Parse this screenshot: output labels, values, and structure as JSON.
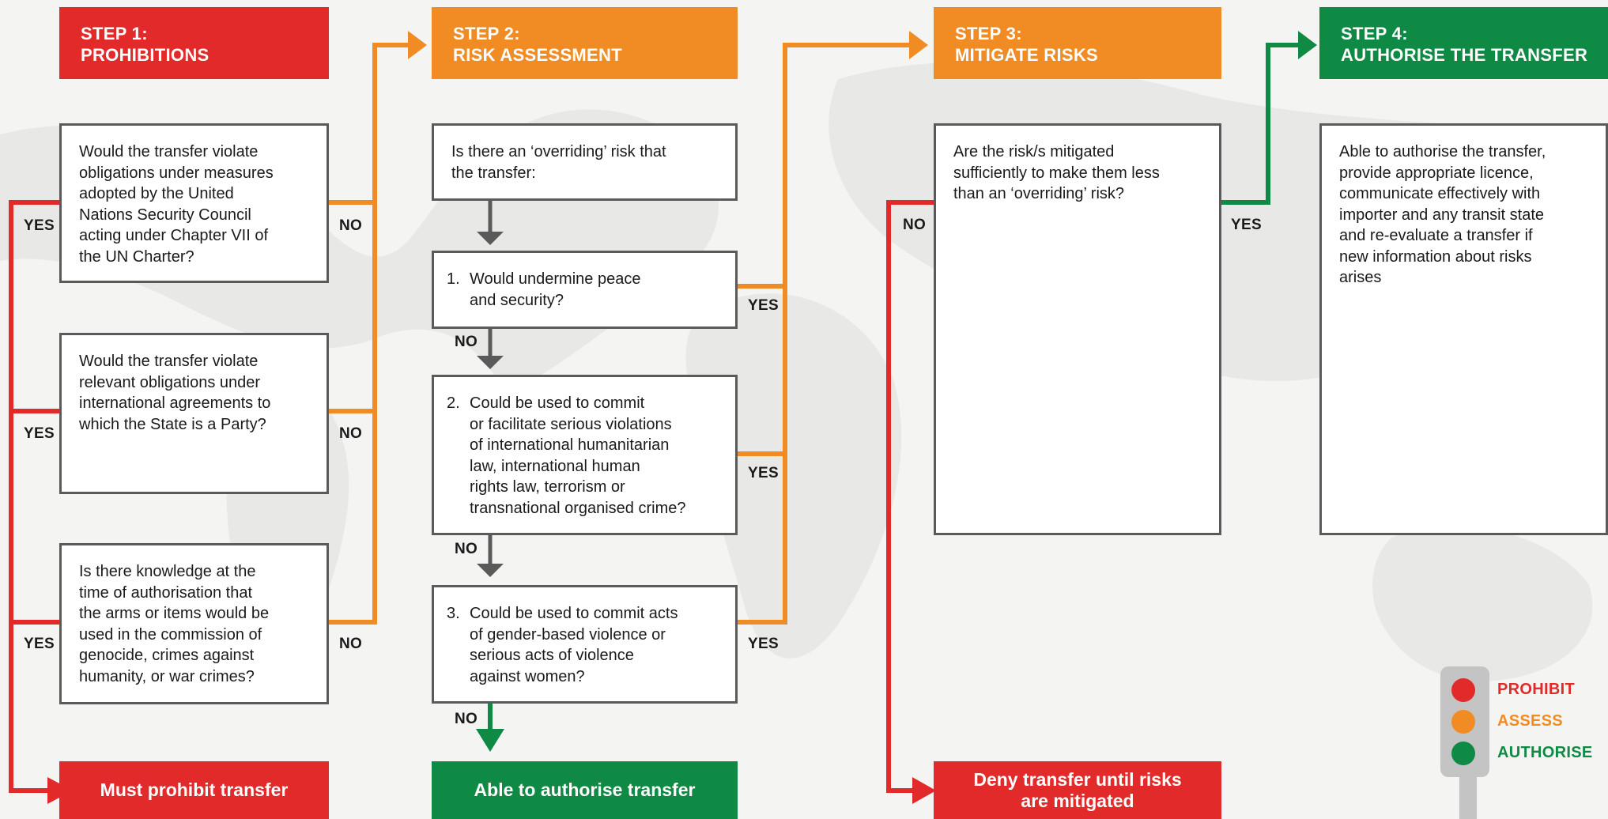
{
  "colors": {
    "red": "#e32a2a",
    "orange": "#f08c23",
    "green": "#0f8a45",
    "grey": "#5a5a5a",
    "background": "#f4f4f3"
  },
  "steps": {
    "step1": {
      "line1": "STEP 1:",
      "line2": "PROHIBITIONS"
    },
    "step2": {
      "line1": "STEP 2:",
      "line2": "RISK ASSESSMENT"
    },
    "step3": {
      "line1": "STEP 3:",
      "line2": "MITIGATE RISKS"
    },
    "step4": {
      "line1": "STEP 4:",
      "line2": "AUTHORISE THE TRANSFER"
    }
  },
  "prohibitions": {
    "q1": [
      "Would the transfer violate",
      "obligations under measures",
      "adopted by the United",
      "Nations Security Council",
      "acting under Chapter VII of",
      "the UN Charter?"
    ],
    "q2": [
      "Would the transfer violate",
      "relevant obligations under",
      "international agreements to",
      "which the State is a Party?"
    ],
    "q3": [
      "Is there knowledge at the",
      "time of authorisation that",
      "the arms or items would be",
      "used in the commission of",
      "genocide, crimes against",
      "humanity, or war crimes?"
    ]
  },
  "risk_assessment": {
    "intro": [
      "Is there an ‘overriding’ risk that",
      "the transfer:"
    ],
    "r1": {
      "num": "1.",
      "lines": [
        "Would undermine peace",
        "and security?"
      ]
    },
    "r2": {
      "num": "2.",
      "lines": [
        "Could be used to commit",
        "or facilitate serious violations",
        "of international humanitarian",
        "law, international human",
        "rights law, terrorism or",
        "transnational organised crime?"
      ]
    },
    "r3": {
      "num": "3.",
      "lines": [
        "Could be used to commit acts",
        "of gender-based violence or",
        "serious acts of violence",
        "against women?"
      ]
    }
  },
  "mitigate": {
    "question": [
      "Are the risk/s mitigated",
      "sufficiently to make them less",
      "than an ‘overriding’ risk?"
    ]
  },
  "authorise": {
    "text": [
      "Able to authorise the transfer,",
      "provide appropriate licence,",
      "communicate effectively with",
      "importer and any transit state",
      "and re-evaluate a transfer if",
      "new information about risks",
      "arises"
    ]
  },
  "labels": {
    "yes": "YES",
    "no": "NO"
  },
  "outcomes": {
    "prohibit": "Must prohibit transfer",
    "able": "Able to authorise transfer",
    "deny_line1": "Deny transfer until risks",
    "deny_line2": "are mitigated"
  },
  "legend": {
    "prohibit": "PROHIBIT",
    "assess": "ASSESS",
    "authorise": "AUTHORISE"
  }
}
